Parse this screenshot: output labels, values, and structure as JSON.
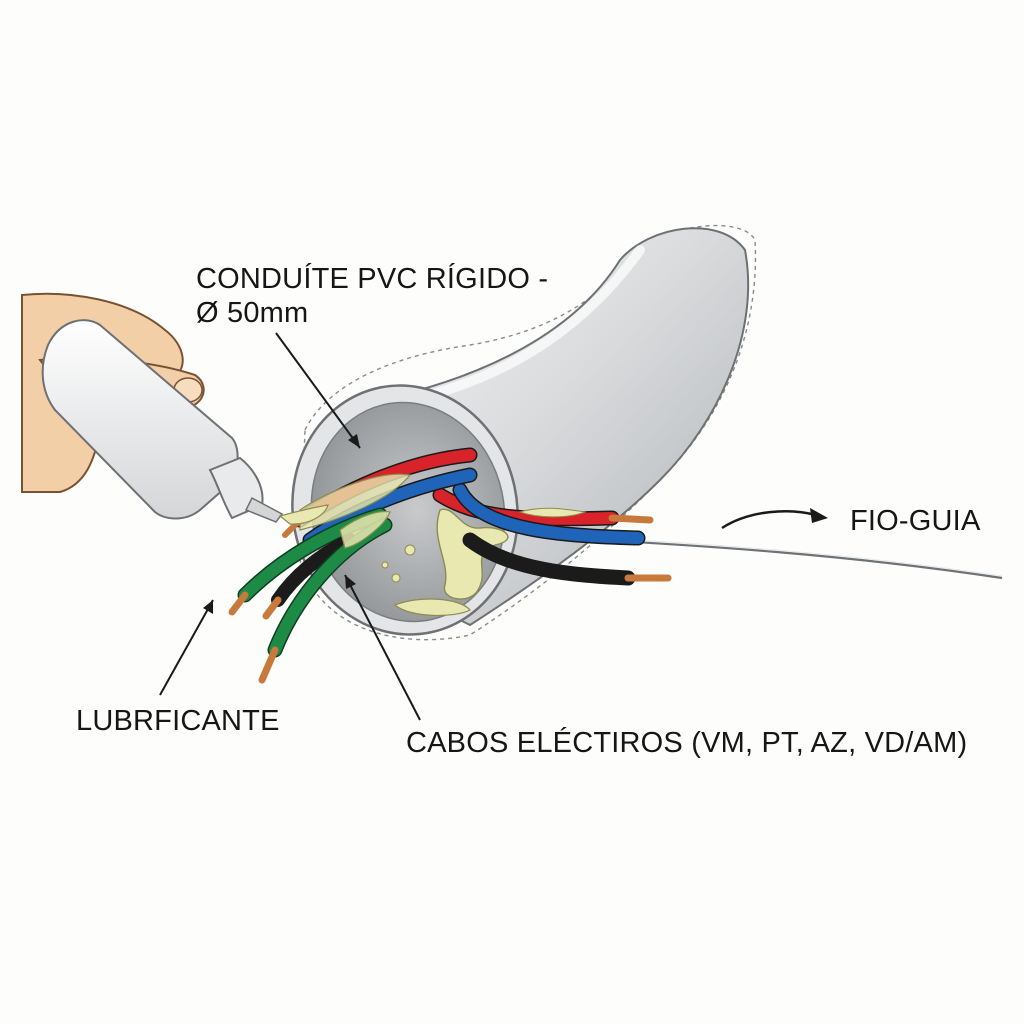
{
  "labels": {
    "conduit_line1": "CONDUÍTE PVC RÍGIDO -",
    "conduit_line2": "Ø 50mm",
    "guide_wire": "FIO-GUIA",
    "lubricant": "LUBRFICANTE",
    "cables": "CABOS ELÉCTIROS (VM, PT, AZ, VD/AM)"
  },
  "colors": {
    "background": "#fdfdfc",
    "conduit": "#d6d8da",
    "cable_red": "#d8232a",
    "cable_blue": "#1f64b8",
    "cable_black": "#1b1b1b",
    "cable_green": "#1d8a45",
    "copper": "#c77a3c",
    "lubricant": "#e6e6a8",
    "skin": "#f3cfa8"
  },
  "icons": [
    "hand",
    "lubricant-bottle",
    "pvc-conduit",
    "guide-wire",
    "callout-arrow"
  ]
}
